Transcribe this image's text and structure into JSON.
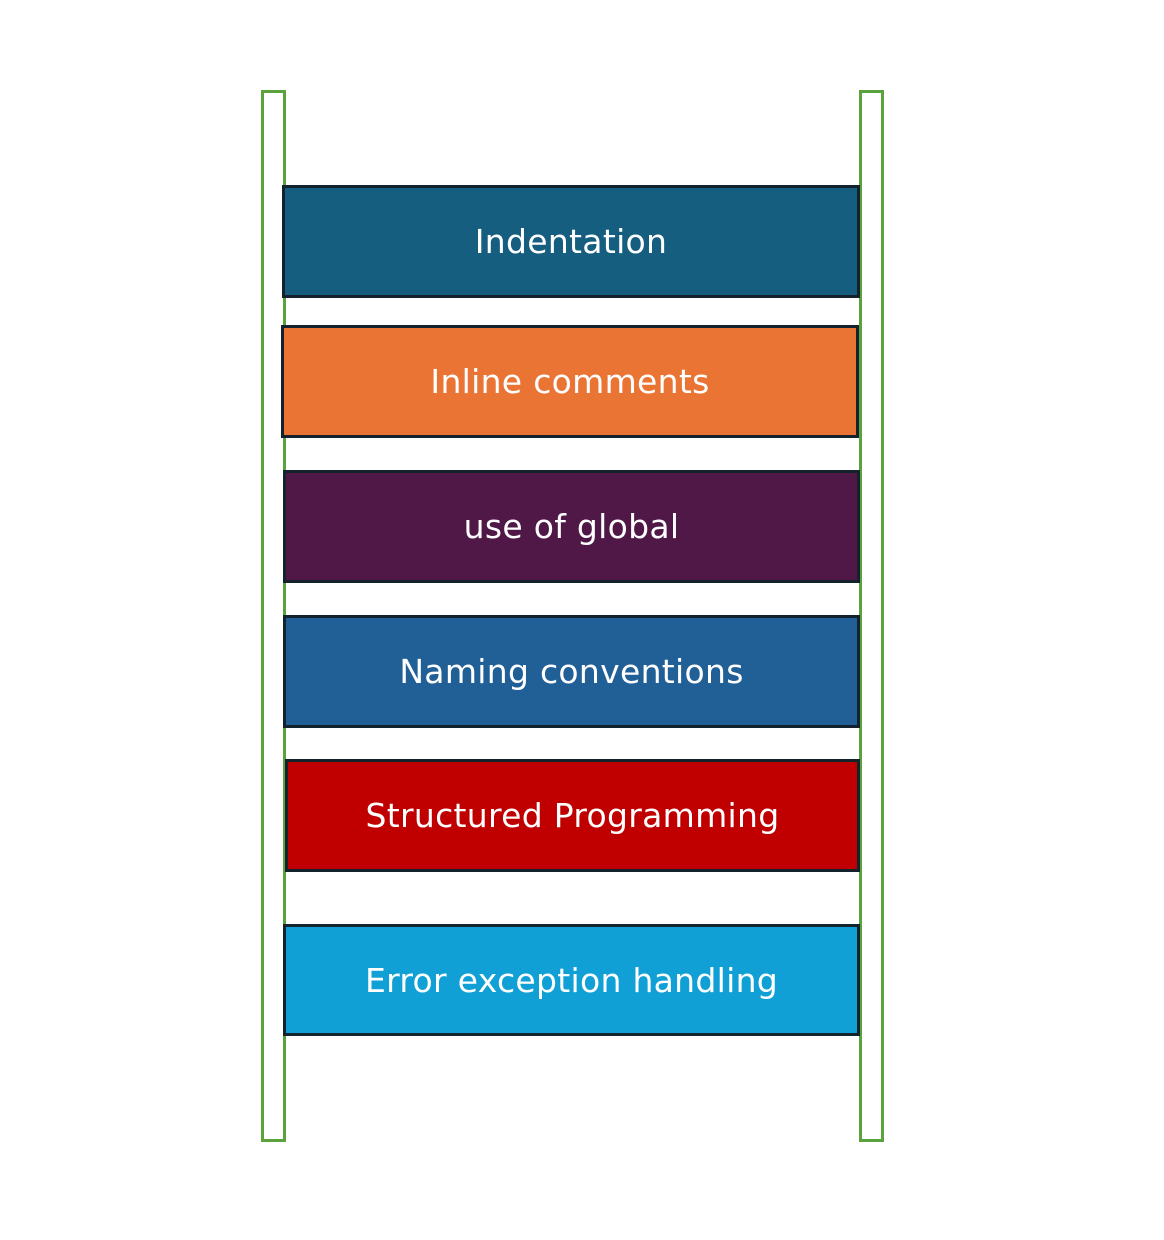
{
  "ladder": {
    "rail_color": "#5aa33c",
    "rung_border_color": "#13222c",
    "text_color": "#ffffff",
    "rungs": [
      {
        "label": "Indentation",
        "color": "#165e80"
      },
      {
        "label": "Inline comments",
        "color": "#ea7434"
      },
      {
        "label": "use of global",
        "color": "#4f1846"
      },
      {
        "label": "Naming conventions",
        "color": "#215f97"
      },
      {
        "label": "Structured Programming",
        "color": "#c00000"
      },
      {
        "label": "Error exception handling",
        "color": "#10a0d6"
      }
    ]
  }
}
